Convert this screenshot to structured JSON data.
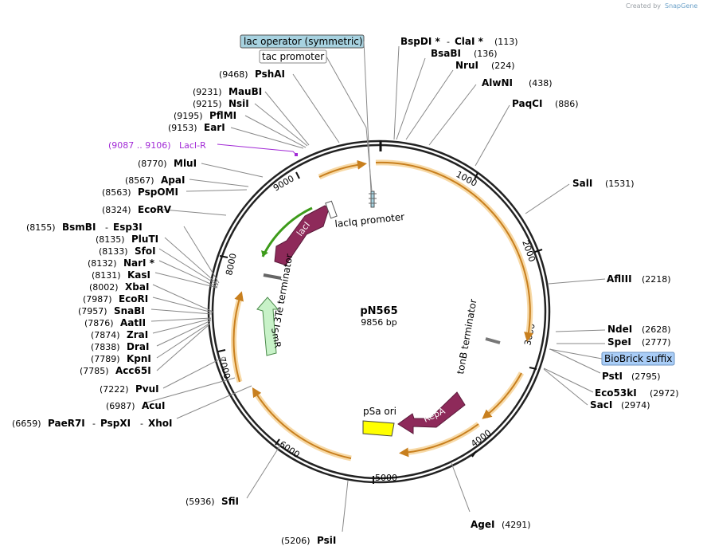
{
  "credit": {
    "prefix": "Created by",
    "brand": "SnapGene"
  },
  "plasmid": {
    "name": "pN565",
    "length_label": "9856 bp"
  },
  "ticks": [
    "1000",
    "2000",
    "3000",
    "4000",
    "5000",
    "6000",
    "7000",
    "8000",
    "9000"
  ],
  "sites": {
    "bspdi": {
      "name": "BspDI *",
      "sep1": "-",
      "name2": "ClaI *",
      "pos": "(113)"
    },
    "bsabi": {
      "name": "BsaBI",
      "pos": "(136)"
    },
    "nrui": {
      "name": "NruI",
      "pos": "(224)"
    },
    "alwni": {
      "name": "AlwNI",
      "pos": "(438)"
    },
    "paqci": {
      "name": "PaqCI",
      "pos": "(886)"
    },
    "sali": {
      "name": "SalI",
      "pos": "(1531)"
    },
    "aflii": {
      "name": "AflIII",
      "pos": "(2218)"
    },
    "ndei": {
      "name": "NdeI",
      "pos": "(2628)"
    },
    "spei": {
      "name": "SpeI",
      "pos": "(2777)"
    },
    "psti": {
      "name": "PstI",
      "pos": "(2795)"
    },
    "eco53ki": {
      "name": "Eco53kI",
      "pos": "(2972)"
    },
    "saci": {
      "name": "SacI",
      "pos": "(2974)"
    },
    "agei": {
      "name": "AgeI",
      "pos": "(4291)"
    },
    "psii": {
      "name": "PsiI",
      "pos": "(5206)"
    },
    "sfii": {
      "name": "SfiI",
      "pos": "(5936)"
    },
    "paer7i": {
      "pos": "(6659)",
      "name": "PaeR7I",
      "sep1": "-",
      "name2": "PspXI",
      "sep2": "-",
      "name3": "XhoI"
    },
    "acui": {
      "name": "AcuI",
      "pos": "(6987)"
    },
    "pvui": {
      "name": "PvuI",
      "pos": "(7222)"
    },
    "acc65i": {
      "name": "Acc65I",
      "pos": "(7785)"
    },
    "kpni": {
      "name": "KpnI",
      "pos": "(7789)"
    },
    "drai": {
      "name": "DraI",
      "pos": "(7838)"
    },
    "zrai": {
      "name": "ZraI",
      "pos": "(7874)"
    },
    "aatii": {
      "name": "AatII",
      "pos": "(7876)"
    },
    "snabi": {
      "name": "SnaBI",
      "pos": "(7957)"
    },
    "ecori": {
      "name": "EcoRI",
      "pos": "(7987)"
    },
    "xbai": {
      "name": "XbaI",
      "pos": "(8002)"
    },
    "kasi": {
      "name": "KasI",
      "pos": "(8131)"
    },
    "nari": {
      "name": "NarI *",
      "pos": "(8132)"
    },
    "sfoi": {
      "name": "SfoI",
      "pos": "(8133)"
    },
    "pluti": {
      "name": "PluTI",
      "pos": "(8135)"
    },
    "bsmbi": {
      "pos": "(8155)",
      "name": "BsmBI",
      "sep1": "-",
      "name2": "Esp3I"
    },
    "ecorv": {
      "name": "EcoRV",
      "pos": "(8324)"
    },
    "pspomi": {
      "name": "PspOMI",
      "pos": "(8563)"
    },
    "apai": {
      "name": "ApaI",
      "pos": "(8567)"
    },
    "mlui": {
      "name": "MluI",
      "pos": "(8770)"
    },
    "eari": {
      "name": "EarI",
      "pos": "(9153)"
    },
    "pfimi": {
      "name": "PflMI",
      "pos": "(9195)"
    },
    "nsii": {
      "name": "NsiI",
      "pos": "(9215)"
    },
    "maubi": {
      "name": "MauBI",
      "pos": "(9231)"
    },
    "pshai": {
      "name": "PshAI",
      "pos": "(9468)"
    }
  },
  "features": {
    "lac_operator": "lac operator (symmetric)",
    "tac_promoter": "tac promoter",
    "laciq_promoter": "lacIq promoter",
    "laci": "lacI",
    "t3te_terminator": "T3Te terminator",
    "smr": "SmR",
    "tonb_terminator": "tonB terminator",
    "biobrick_suffix": "BioBrick suffix",
    "repa": "RepA",
    "psa_ori": "pSa ori"
  },
  "primer": {
    "range": "(9087 .. 9106)",
    "name": "LacI-R"
  },
  "colors": {
    "backbone": "#222222",
    "cds_orange": "#c87f1e",
    "cds_glow": "#f7d9a6",
    "laci": "#8e2a5a",
    "repa": "#8e2a5a",
    "smr": "#c8f2c8",
    "laci_primer": "#3d9b1a",
    "ori": "#ffff00",
    "lac_operator_box": "#a7d2e0",
    "biobrick_box": "#a9cdf7",
    "primer": "#a22bd6"
  }
}
